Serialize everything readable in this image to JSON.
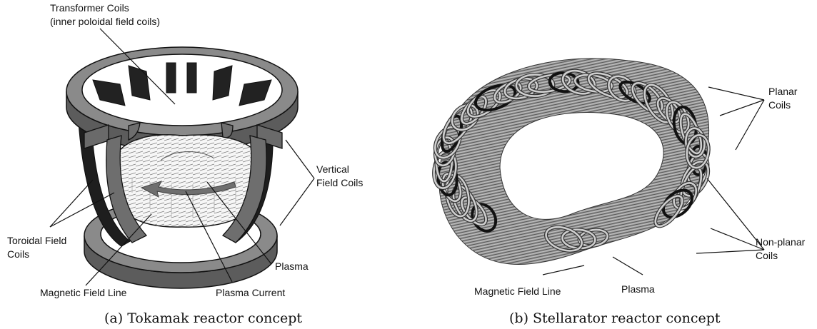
{
  "tokamak": {
    "labels": {
      "transformer_1": "Transformer Coils",
      "transformer_2": "(inner poloidal field coils)",
      "vertical_1": "Vertical",
      "vertical_2": "Field Coils",
      "toroidal_1": "Toroidal Field",
      "toroidal_2": "Coils",
      "plasma": "Plasma",
      "field_line": "Magnetic Field Line",
      "current": "Plasma Current"
    },
    "caption": "(a) Tokamak reactor concept",
    "colors": {
      "outer_ring": "#7d7d7d",
      "toroidal_coil": "#2a2a2a",
      "plasma": "#f4f4f4",
      "arrow": "#6f6f6f"
    }
  },
  "stellarator": {
    "labels": {
      "planar_1": "Planar",
      "planar_2": "Coils",
      "nonplanar_1": "Non-planar",
      "nonplanar_2": "Coils",
      "field_line": "Magnetic Field Line",
      "plasma": "Plasma"
    },
    "caption": "(b) Stellarator reactor concept",
    "colors": {
      "coil_light": "#cfcfcf",
      "coil_dark": "#111111",
      "plasma": "#8a8a8a"
    }
  }
}
